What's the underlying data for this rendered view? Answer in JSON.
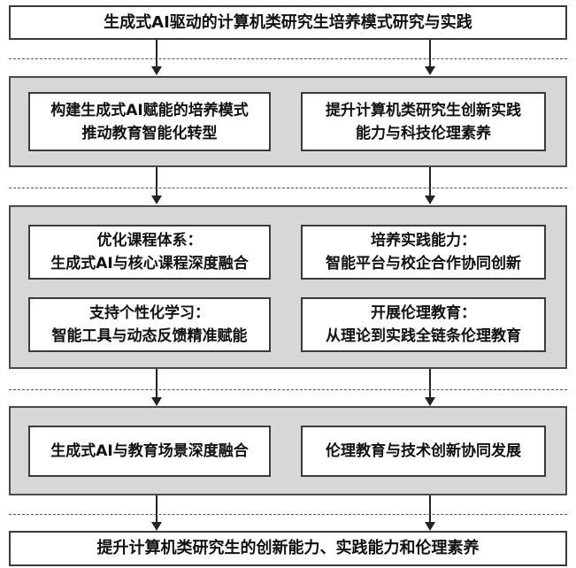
{
  "top_title": "生成式AI驱动的计算机类研究生培养模式研究与实践",
  "section1": {
    "left": [
      "构建生成式AI赋能的培养模式",
      "推动教育智能化转型"
    ],
    "right": [
      "提升计算机类研究生创新实践",
      "能力与科技伦理素养"
    ]
  },
  "section2": {
    "top_left": [
      "优化课程体系：",
      "生成式AI与核心课程深度融合"
    ],
    "top_right": [
      "培养实践能力：",
      "智能平台与校企合作协同创新"
    ],
    "bottom_left": [
      "支持个性化学习：",
      "智能工具与动态反馈精准赋能"
    ],
    "bottom_right": [
      "开展伦理教育：",
      "从理论到实践全链条伦理教育"
    ]
  },
  "section3": {
    "left": "生成式AI与教育场景深度融合",
    "right": "伦理教育与技术创新协同发展"
  },
  "bottom_title": "提升计算机类研究生的创新能力、实践能力和伦理素养"
}
